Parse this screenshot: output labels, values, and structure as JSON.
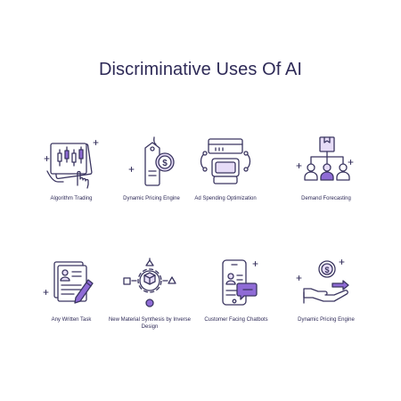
{
  "title": "Discriminative Uses Of AI",
  "accent_color": "#8f6bd6",
  "line_color": "#3a3560",
  "items": [
    {
      "label": "Algorithm Trading",
      "icon": "candlestick-chart-icon"
    },
    {
      "label": "Dynamic Pricing Engine",
      "icon": "price-tag-dollar-icon"
    },
    {
      "label": "Ad Spending Optimization",
      "icon": "credit-card-wallet-icon"
    },
    {
      "label": "Demand Forecasting",
      "icon": "box-people-network-icon"
    },
    {
      "label": "Any Written Task",
      "icon": "document-pen-icon"
    },
    {
      "label": "New Material Synthesis by Inverse Design",
      "icon": "gear-shapes-icon"
    },
    {
      "label": "Customer Facing Chatbots",
      "icon": "phone-chat-icon"
    },
    {
      "label": "Dynamic Pricing Engine",
      "icon": "hand-coin-icon"
    }
  ]
}
